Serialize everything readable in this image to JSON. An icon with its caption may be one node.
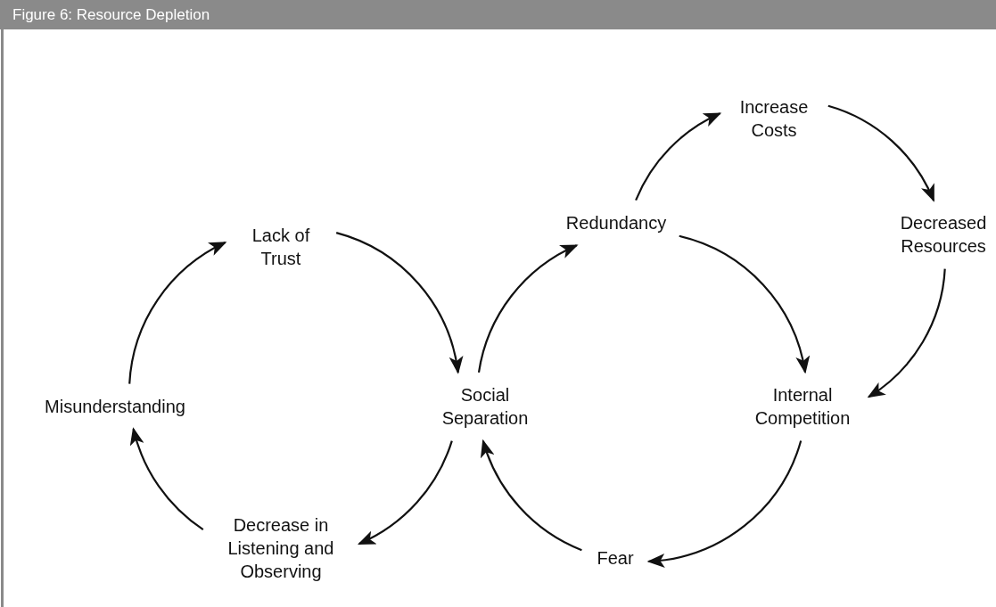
{
  "diagram": {
    "title": "Figure 6: Resource Depletion",
    "nodes": [
      {
        "text": [
          "Lack of Trust"
        ]
      },
      {
        "text": [
          "Social Separation"
        ]
      },
      {
        "text": [
          "Decrease in Listening and Observing"
        ]
      },
      {
        "text": [
          "Misunderstanding"
        ]
      },
      {
        "text": [
          "Redundancy"
        ]
      },
      {
        "text": [
          "Increase Costs"
        ]
      },
      {
        "text": [
          "Decreased Resources"
        ]
      },
      {
        "text": [
          "Internal Competition"
        ]
      },
      {
        "text": [
          "Fear"
        ]
      }
    ],
    "edges": [
      {
        "from": 0,
        "to": 1,
        "arrow": "to"
      },
      {
        "from": 1,
        "to": 2,
        "arrow": "to"
      },
      {
        "from": 2,
        "to": 3,
        "arrow": "to"
      },
      {
        "from": 3,
        "to": 0,
        "arrow": "to"
      },
      {
        "from": 1,
        "to": 4,
        "arrow": "to"
      },
      {
        "from": 4,
        "to": 5,
        "arrow": "to"
      },
      {
        "from": 5,
        "to": 6,
        "arrow": "to"
      },
      {
        "from": 6,
        "to": 7,
        "arrow": "to"
      },
      {
        "from": 4,
        "to": 7,
        "arrow": "to"
      },
      {
        "from": 7,
        "to": 8,
        "arrow": "to"
      },
      {
        "from": 8,
        "to": 1,
        "arrow": "to"
      }
    ]
  }
}
